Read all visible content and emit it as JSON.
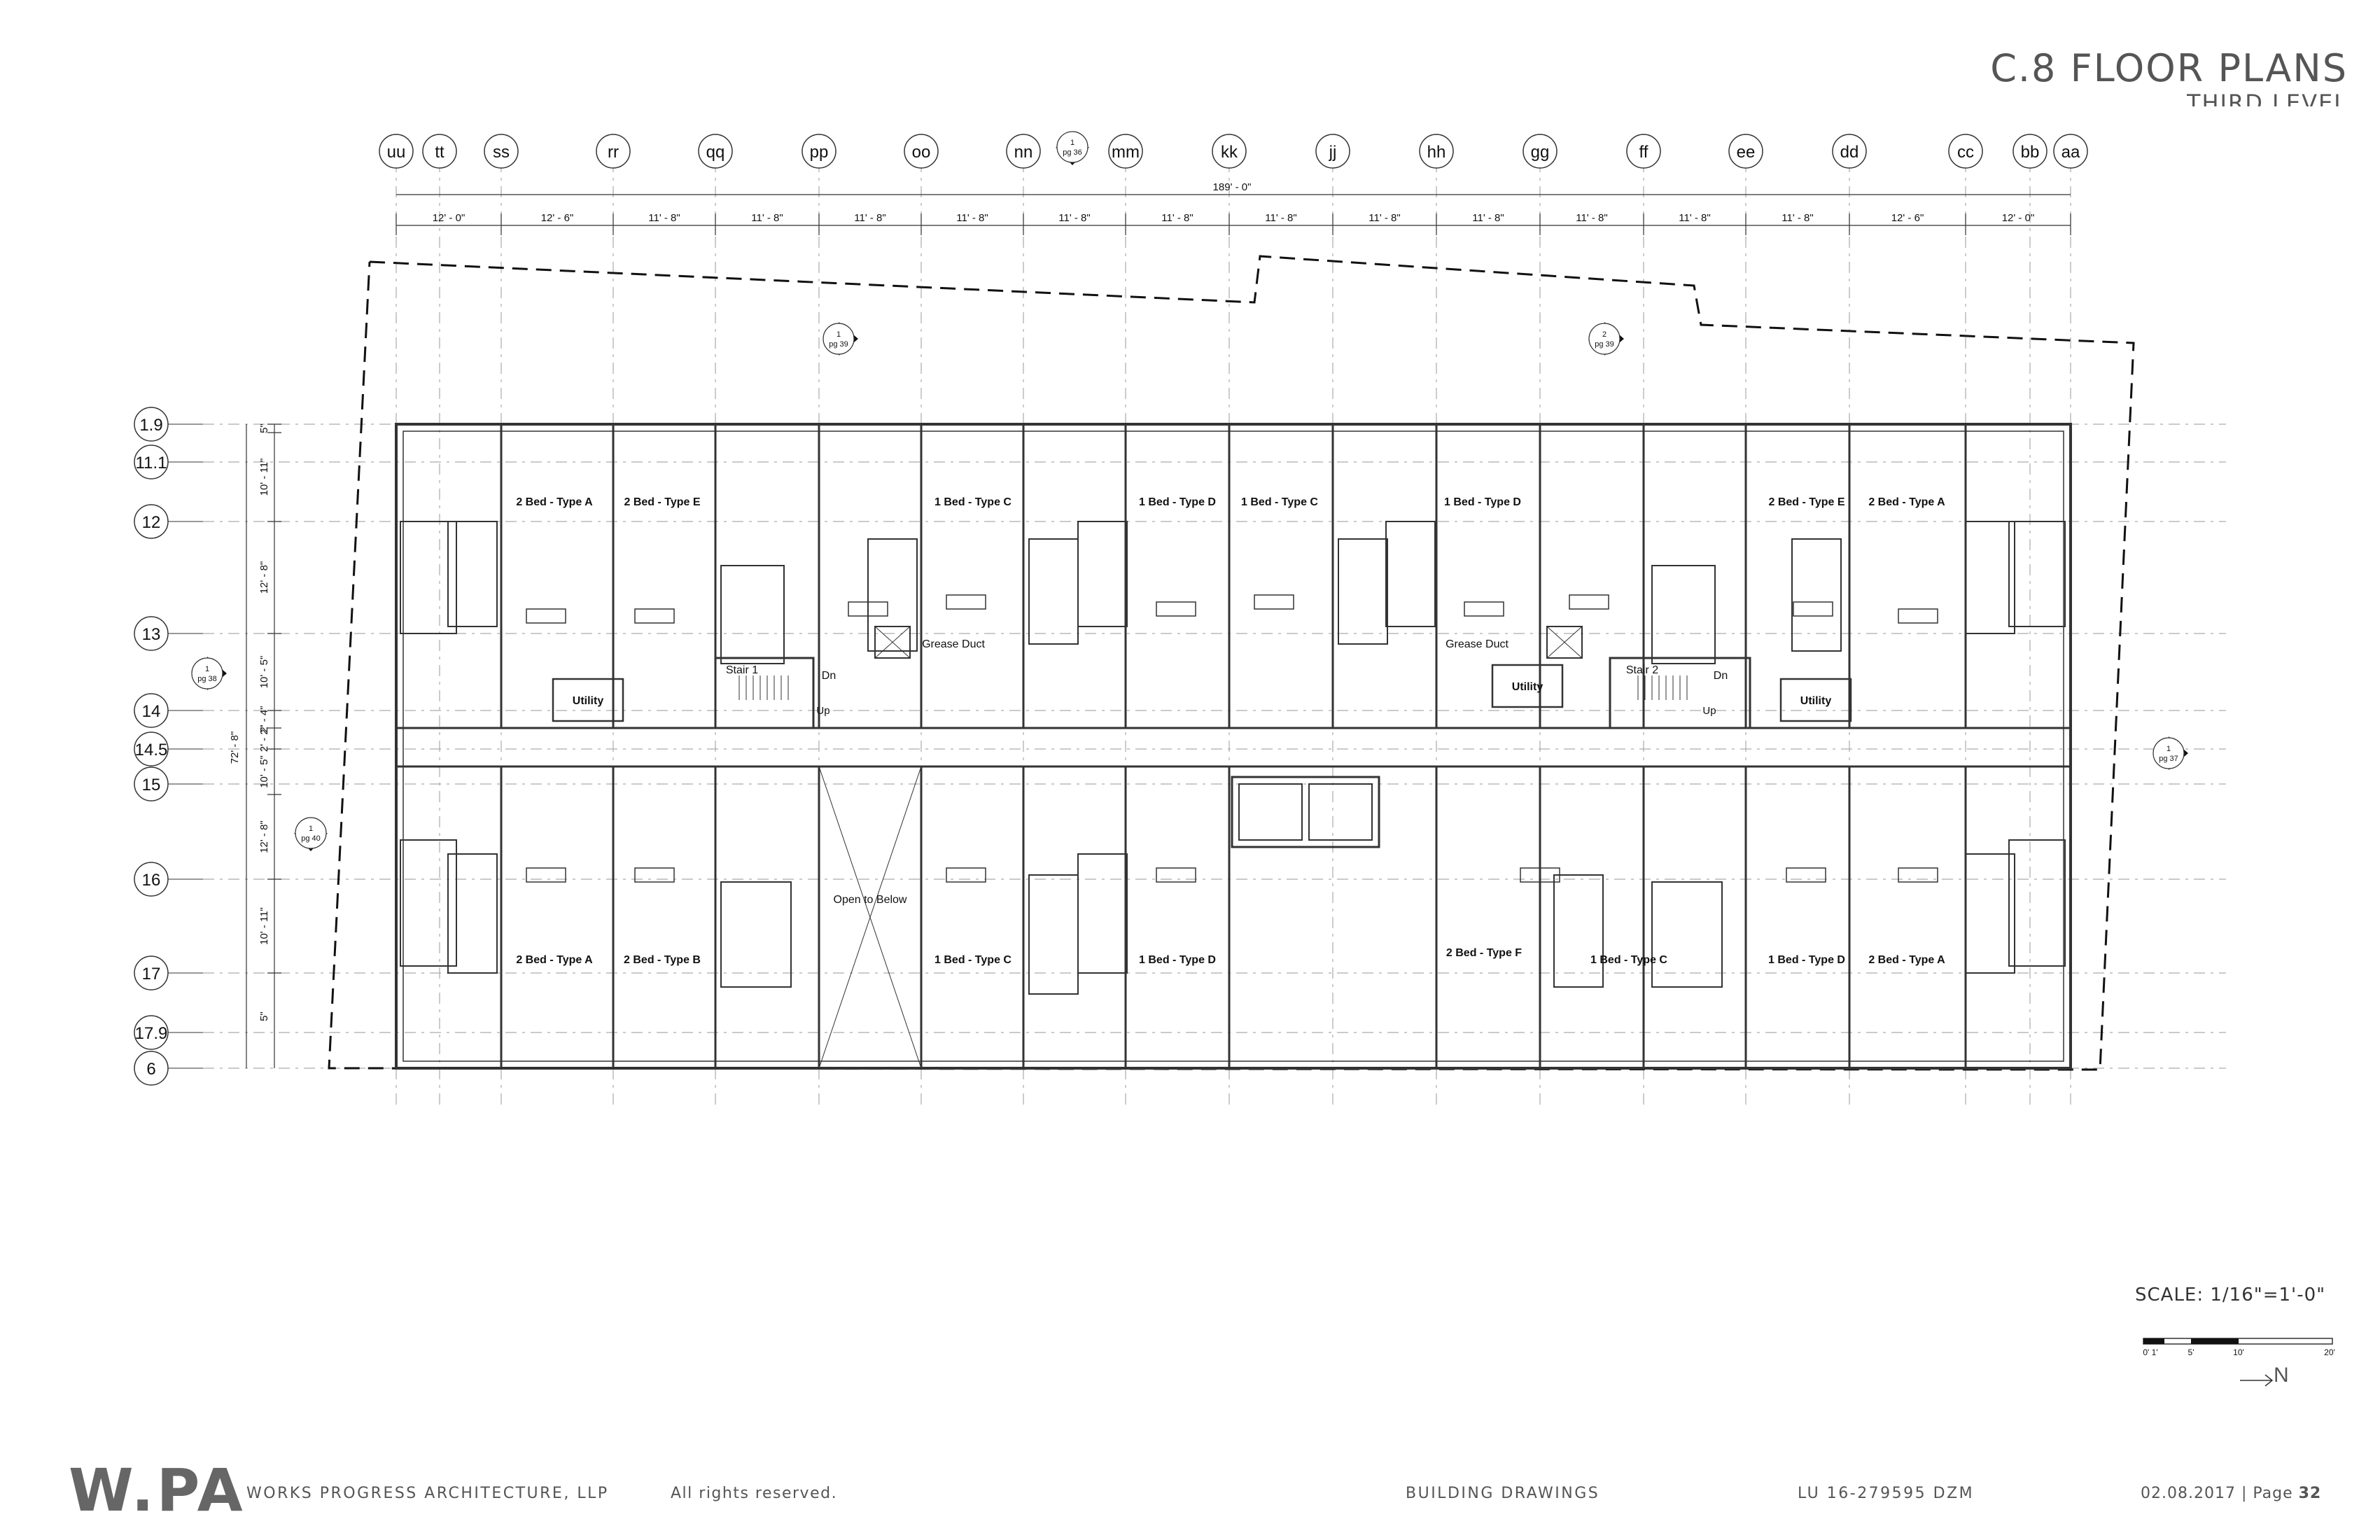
{
  "sheet": {
    "title": "C.8 FLOOR PLANS",
    "subtitle": "THIRD LEVEL",
    "scale_label": "SCALE: 1/16\"=1'-0\"",
    "scale_ticks": [
      "0' 1'",
      "5'",
      "10'",
      "20'"
    ],
    "north_label": "N"
  },
  "footer": {
    "logo": "W.PA",
    "firm": "WORKS PROGRESS ARCHITECTURE, LLP",
    "rights": "All rights reserved.",
    "set": "BUILDING DRAWINGS",
    "permit": "LU 16-279595 DZM",
    "date_page": "02.08.2017  |  Page ",
    "page_number": "32"
  },
  "plan": {
    "column_grid": [
      "uu",
      "tt",
      "ss",
      "rr",
      "qq",
      "pp",
      "oo",
      "nn",
      "mm",
      "kk",
      "jj",
      "hh",
      "gg",
      "ff",
      "ee",
      "dd",
      "cc",
      "bb",
      "aa"
    ],
    "row_grid": [
      "1.9",
      "11.1",
      "12",
      "13",
      "14",
      "14.5",
      "15",
      "16",
      "17",
      "17.9",
      "6"
    ],
    "overall_width": "189' - 0\"",
    "bay_dims": [
      "12' - 0\"",
      "12' - 6\"",
      "11' - 8\"",
      "11' - 8\"",
      "11' - 8\"",
      "11' - 8\"",
      "11' - 8\"",
      "11' - 8\"",
      "11' - 8\"",
      "11' - 8\"",
      "11' - 8\"",
      "11' - 8\"",
      "11' - 8\"",
      "11' - 8\"",
      "12' - 6\"",
      "12' - 0\""
    ],
    "overall_depth": "72' - 8\"",
    "row_dims": [
      "5\"",
      "10' - 11\"",
      "12' - 8\"",
      "10' - 5\"",
      "2' - 4\"",
      "2' - 2\"",
      "10' - 5\"",
      "12' - 8\"",
      "10' - 11\"",
      "5\""
    ],
    "section_markers": [
      {
        "number": "1",
        "page": "pg 36"
      },
      {
        "number": "1",
        "page": "pg 39"
      },
      {
        "number": "2",
        "page": "pg 39"
      },
      {
        "number": "1",
        "page": "pg 38"
      },
      {
        "number": "1",
        "page": "pg 40"
      },
      {
        "number": "1",
        "page": "pg 37"
      }
    ],
    "north_units": [
      "2 Bed - Type A",
      "2 Bed - Type E",
      "1 Bed - Type C",
      "1 Bed - Type D",
      "1 Bed - Type C",
      "1 Bed - Type D",
      "2 Bed - Type E",
      "2 Bed - Type A"
    ],
    "south_units": [
      "2 Bed - Type A",
      "2 Bed - Type B",
      "1 Bed - Type C",
      "1 Bed - Type D",
      "2 Bed - Type F",
      "1 Bed - Type C",
      "1 Bed - Type D",
      "2 Bed - Type A"
    ],
    "room_labels": {
      "utility": "Utility",
      "stair1": "Stair 1",
      "stair2": "Stair 2",
      "down": "Dn",
      "up": "Up",
      "grease_duct": "Grease Duct",
      "open_to_below": "Open to Below"
    }
  }
}
